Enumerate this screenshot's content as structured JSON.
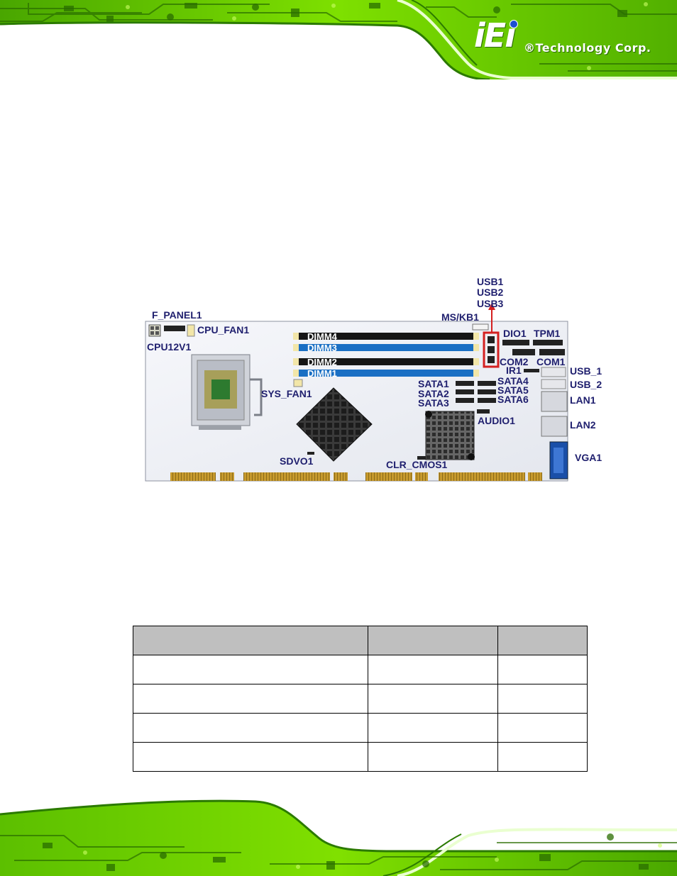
{
  "logo": {
    "mark": "iEi",
    "company": "®Technology Corp."
  },
  "diagram": {
    "labels": {
      "f_panel1": "F_PANEL1",
      "cpu_fan1": "CPU_FAN1",
      "cpu12v1": "CPU12V1",
      "dimm4": "DIMM4",
      "dimm3": "DIMM3",
      "dimm2": "DIMM2",
      "dimm1": "DIMM1",
      "usb1": "USB1",
      "usb2": "USB2",
      "usb3": "USB3",
      "ms_kb1": "MS/KB1",
      "dio1": "DIO1",
      "tpm1": "TPM1",
      "com2": "COM2",
      "com1": "COM1",
      "ir1": "IR1",
      "usb_1": "USB_1",
      "usb_2": "USB_2",
      "sys_fan1": "SYS_FAN1",
      "sata1": "SATA1",
      "sata2": "SATA2",
      "sata3": "SATA3",
      "sata4": "SATA4",
      "sata5": "SATA5",
      "sata6": "SATA6",
      "lan1": "LAN1",
      "lan2": "LAN2",
      "audio1": "AUDIO1",
      "sdvo1": "SDVO1",
      "clr_cmos1": "CLR_CMOS1",
      "vga1": "VGA1"
    }
  },
  "table": {
    "header": [
      "",
      "",
      ""
    ],
    "rows": [
      [
        "",
        "",
        ""
      ],
      [
        "",
        "",
        ""
      ],
      [
        "",
        "",
        ""
      ],
      [
        "",
        "",
        ""
      ]
    ]
  },
  "colors": {
    "banner_green": "#66cc00",
    "banner_dark": "#1f4d00",
    "label_navy": "#1f1f6e",
    "dimm_blue": "#1a6fc4",
    "highlight_red": "#d42020",
    "table_header": "#bfbfbf"
  }
}
